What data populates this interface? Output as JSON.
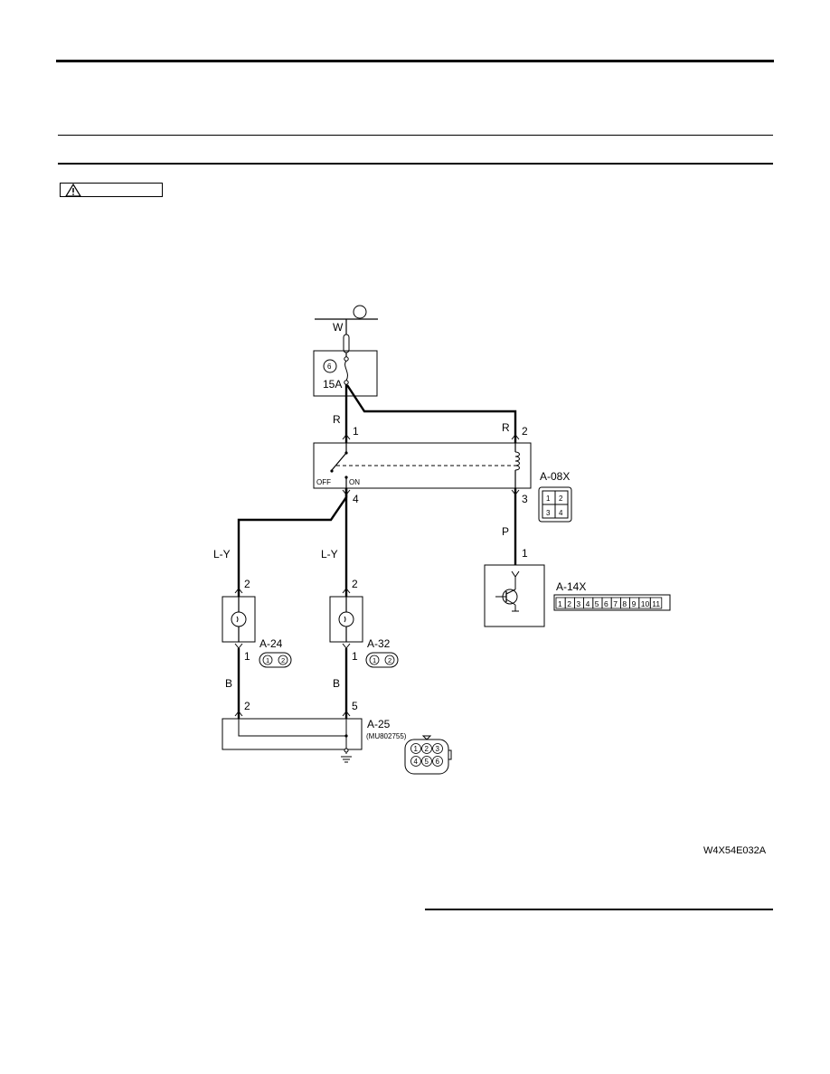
{
  "caution": {
    "label": ""
  },
  "diagram": {
    "power_source_label": "",
    "fuse": {
      "number": "6",
      "rating": "15A"
    },
    "wires": {
      "w": "W",
      "r_left": "R",
      "r_right": "R",
      "ly_left": "L-Y",
      "ly_right": "L-Y",
      "p": "P",
      "b_left": "B",
      "b_right": "B"
    },
    "pins": {
      "relay_1": "1",
      "relay_2": "2",
      "relay_3": "3",
      "relay_4": "4",
      "sensor_1": "1",
      "a24_2": "2",
      "a24_1": "1",
      "a32_2": "2",
      "a32_1": "1",
      "a25_2": "2",
      "a25_5": "5"
    },
    "switch": {
      "off": "OFF",
      "on": "ON"
    },
    "connectors": {
      "a08x": {
        "name": "A-08X",
        "pins": [
          "1",
          "2",
          "3",
          "4"
        ]
      },
      "a14x": {
        "name": "A-14X",
        "pins": [
          "1",
          "2",
          "3",
          "4",
          "5",
          "6",
          "7",
          "8",
          "9",
          "10",
          "11"
        ]
      },
      "a24": {
        "name": "A-24",
        "pins": [
          "1",
          "2"
        ]
      },
      "a32": {
        "name": "A-32",
        "pins": [
          "1",
          "2"
        ]
      },
      "a25": {
        "name": "A-25",
        "part": "(MU802755)",
        "pins": [
          "1",
          "2",
          "3",
          "4",
          "5",
          "6"
        ]
      }
    },
    "figure_code": "W4X54E032A"
  },
  "colors": {
    "line": "#000000",
    "background": "#ffffff"
  }
}
